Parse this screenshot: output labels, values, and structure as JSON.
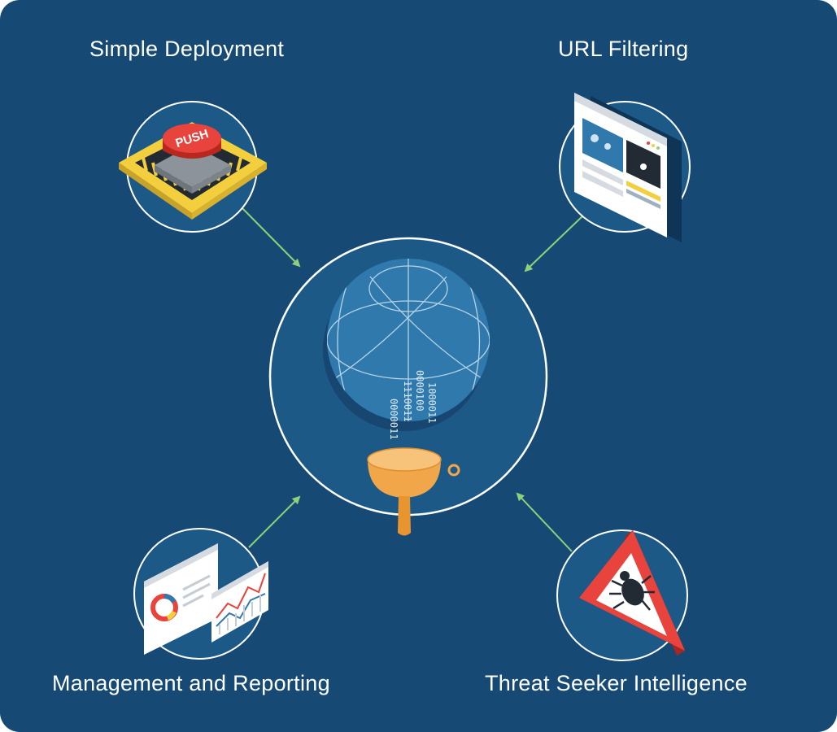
{
  "features": {
    "top_left": {
      "title": "Simple Deployment",
      "icon": "push-button-icon",
      "button_text": "PUSH"
    },
    "top_right": {
      "title": "URL Filtering",
      "icon": "browser-window-icon"
    },
    "bottom_left": {
      "title": "Management and Reporting",
      "icon": "report-charts-icon"
    },
    "bottom_right": {
      "title": "Threat Seeker Intelligence",
      "icon": "bug-warning-icon"
    }
  },
  "center": {
    "icon": "globe-filter-funnel-icon",
    "binary_columns": [
      "0000011",
      "1110011",
      "0000100",
      "1000011"
    ]
  },
  "colors": {
    "background": "#164a75",
    "circle_fill": "#1d5987",
    "circle_stroke": "#ffffff",
    "arrow": "#8fd17a",
    "funnel": "#f2a64a",
    "alert_red": "#e8433c",
    "caution_yellow": "#f3cf3d"
  }
}
